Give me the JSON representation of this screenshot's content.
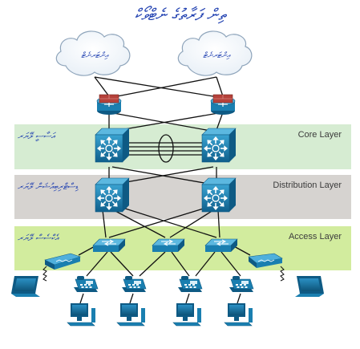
{
  "diagram": {
    "title": "ތިން ފަރާތުގެ ނެޓްވޯކް",
    "clouds": [
      {
        "label": "އިންޓަރނެޓް"
      },
      {
        "label": "އިންޓަރނެޓް"
      }
    ],
    "layers": {
      "core": {
        "label": "Core Layer",
        "local_label": "އަސާސީ ލޭޔަރ"
      },
      "distribution": {
        "label": "Distribution Layer",
        "local_label": "ޑިސްޓްރިބިއުޝަން ލޭޔަރ"
      },
      "access": {
        "label": "Access Layer",
        "local_label": "އެކްސެސް ލޭޔަރ"
      }
    },
    "colors": {
      "device_blue": "#1a7fb0",
      "core_band": "#d6ecd2",
      "distribution_band": "#d6d3d0",
      "access_band": "#d2ec9e",
      "title_blue": "#1f3fb0"
    }
  }
}
